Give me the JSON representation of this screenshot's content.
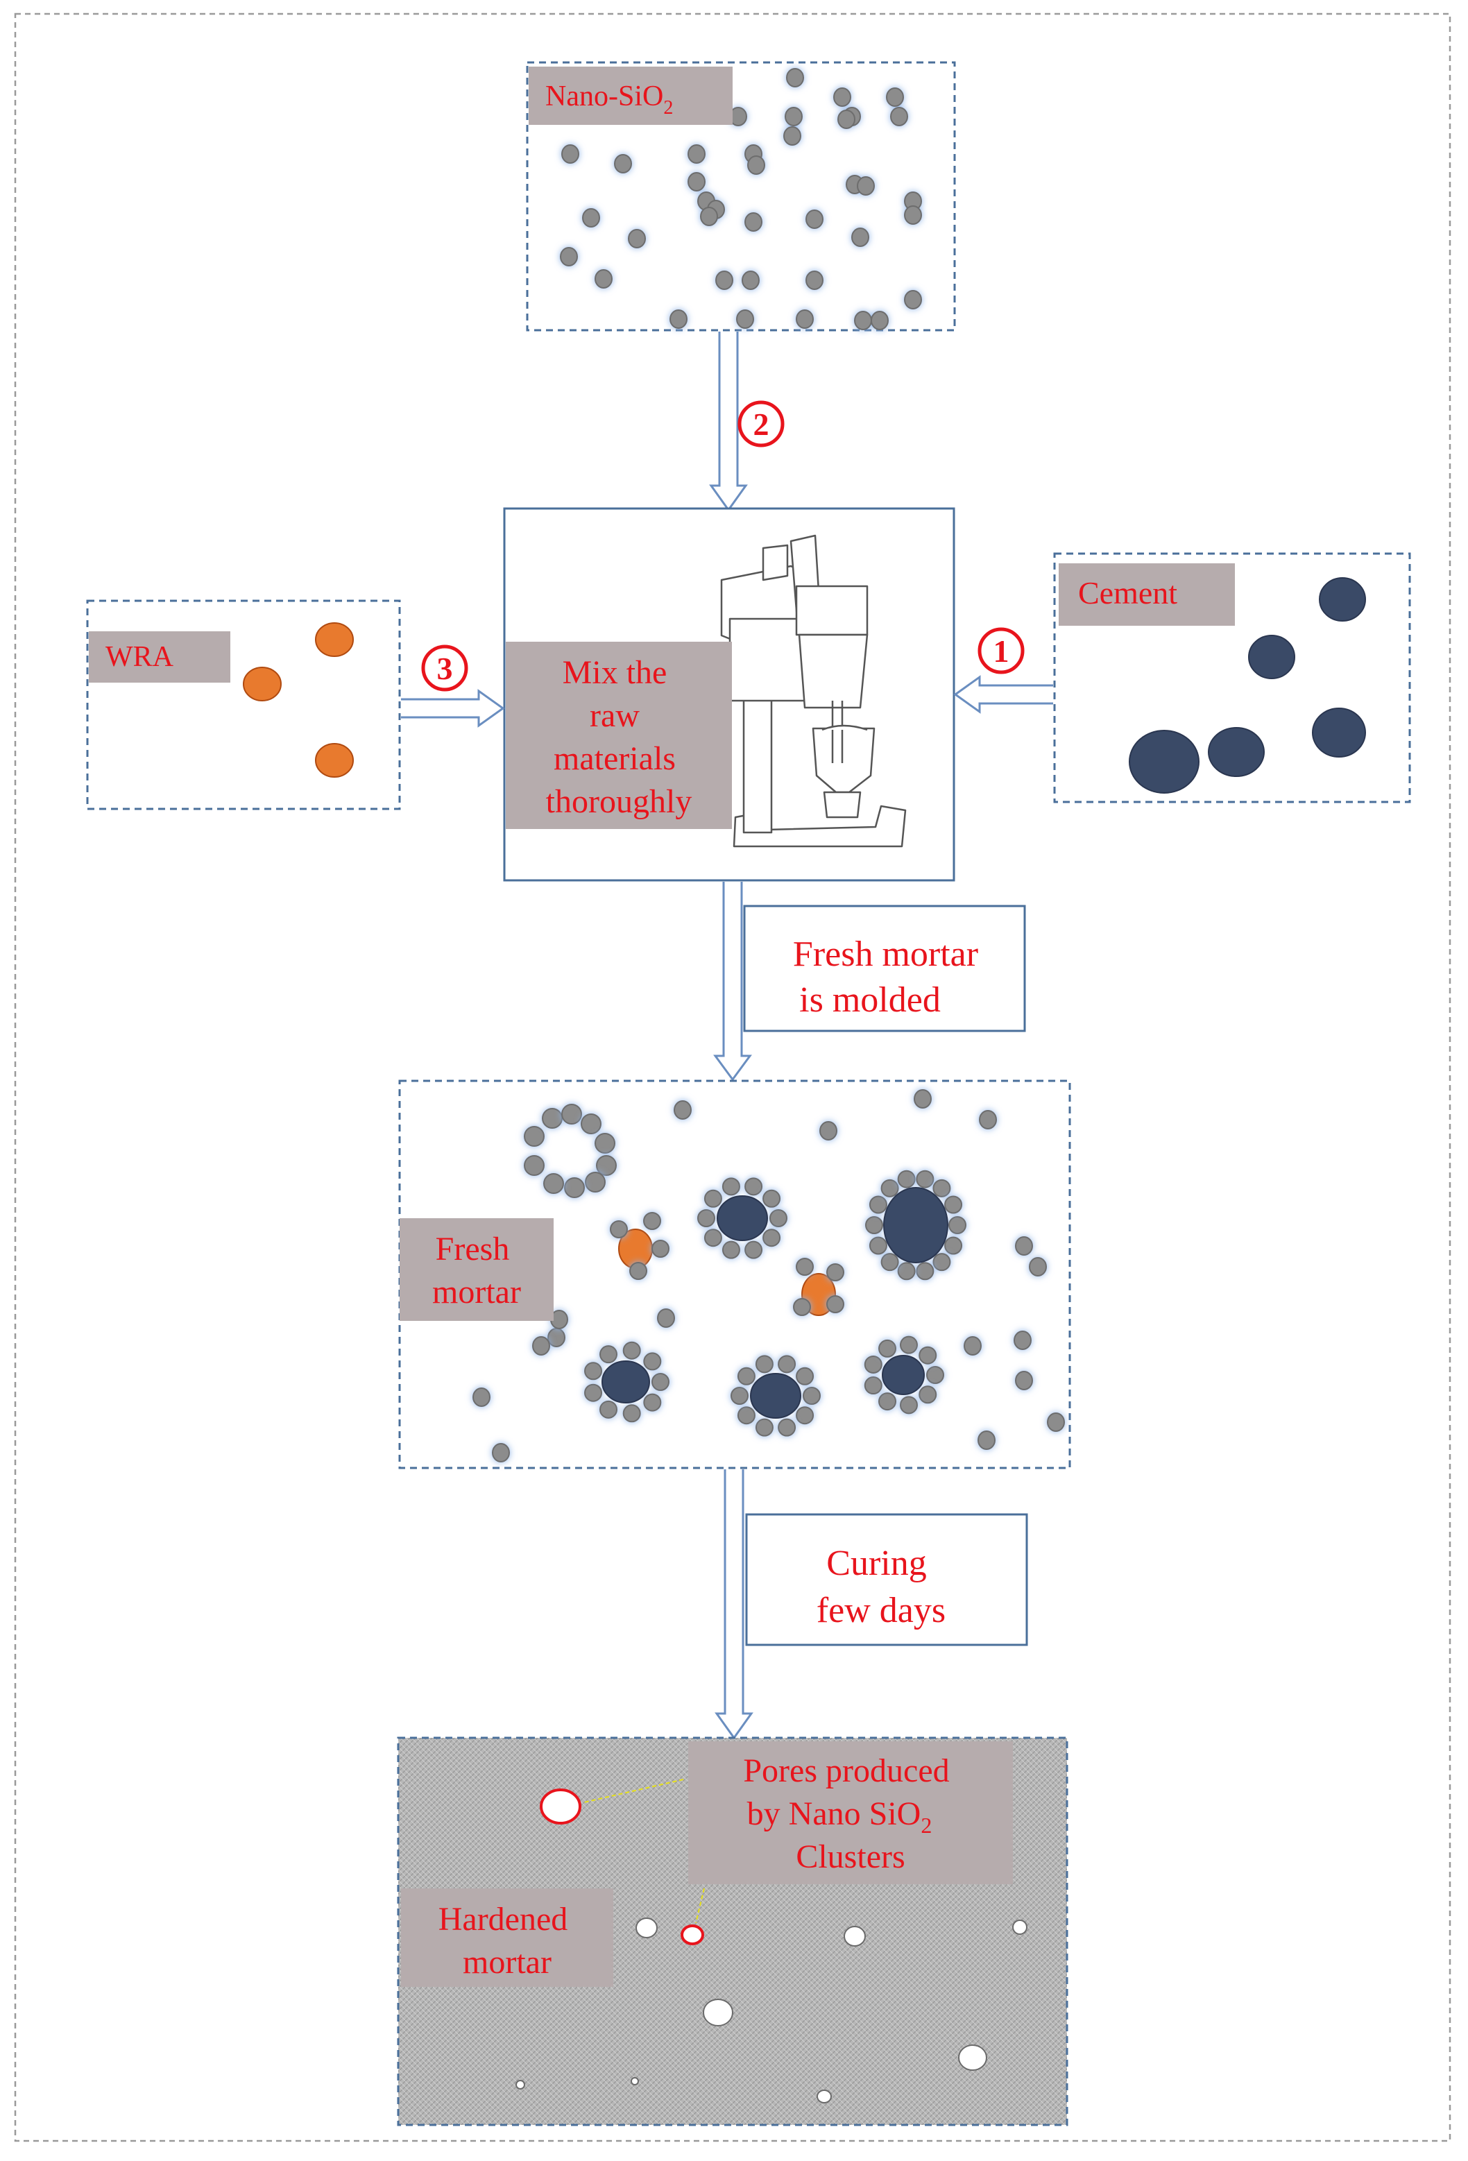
{
  "colors": {
    "label_red": "#e8141c",
    "label_bg": "#b6acad",
    "frame_blue": "#4a6f9a",
    "nano_gray": "#8c8c8c",
    "nano_glow": "#8fb3e6",
    "cement_navy": "#3a4a67",
    "wra_orange": "#e87a2e",
    "hardened_fill": "#b7b7b7"
  },
  "icons": {
    "mixer": "stand-mixer-icon",
    "step_marker": "circled-number-icon"
  },
  "nano_box": {
    "label": "Nano-SiO",
    "label_sub": "2"
  },
  "cement_box": {
    "label": "Cement"
  },
  "wra_box": {
    "label": "WRA"
  },
  "mixer_box": {
    "lines": [
      "Mix the",
      "raw",
      "materials",
      "thoroughly"
    ]
  },
  "steps": {
    "nano": "2",
    "cement": "1",
    "wra": "3"
  },
  "step_fresh": {
    "lines": [
      "Fresh mortar",
      "is molded"
    ]
  },
  "fresh_box": {
    "lines": [
      "Fresh",
      "mortar"
    ]
  },
  "step_curing": {
    "lines": [
      "Curing",
      "few days"
    ]
  },
  "hardened_box": {
    "lines": [
      "Hardened",
      "mortar"
    ],
    "pores_line1": "Pores produced",
    "pores_line2_main": "by Nano SiO",
    "pores_line2_sub": "2",
    "pores_line3": "Clusters"
  }
}
